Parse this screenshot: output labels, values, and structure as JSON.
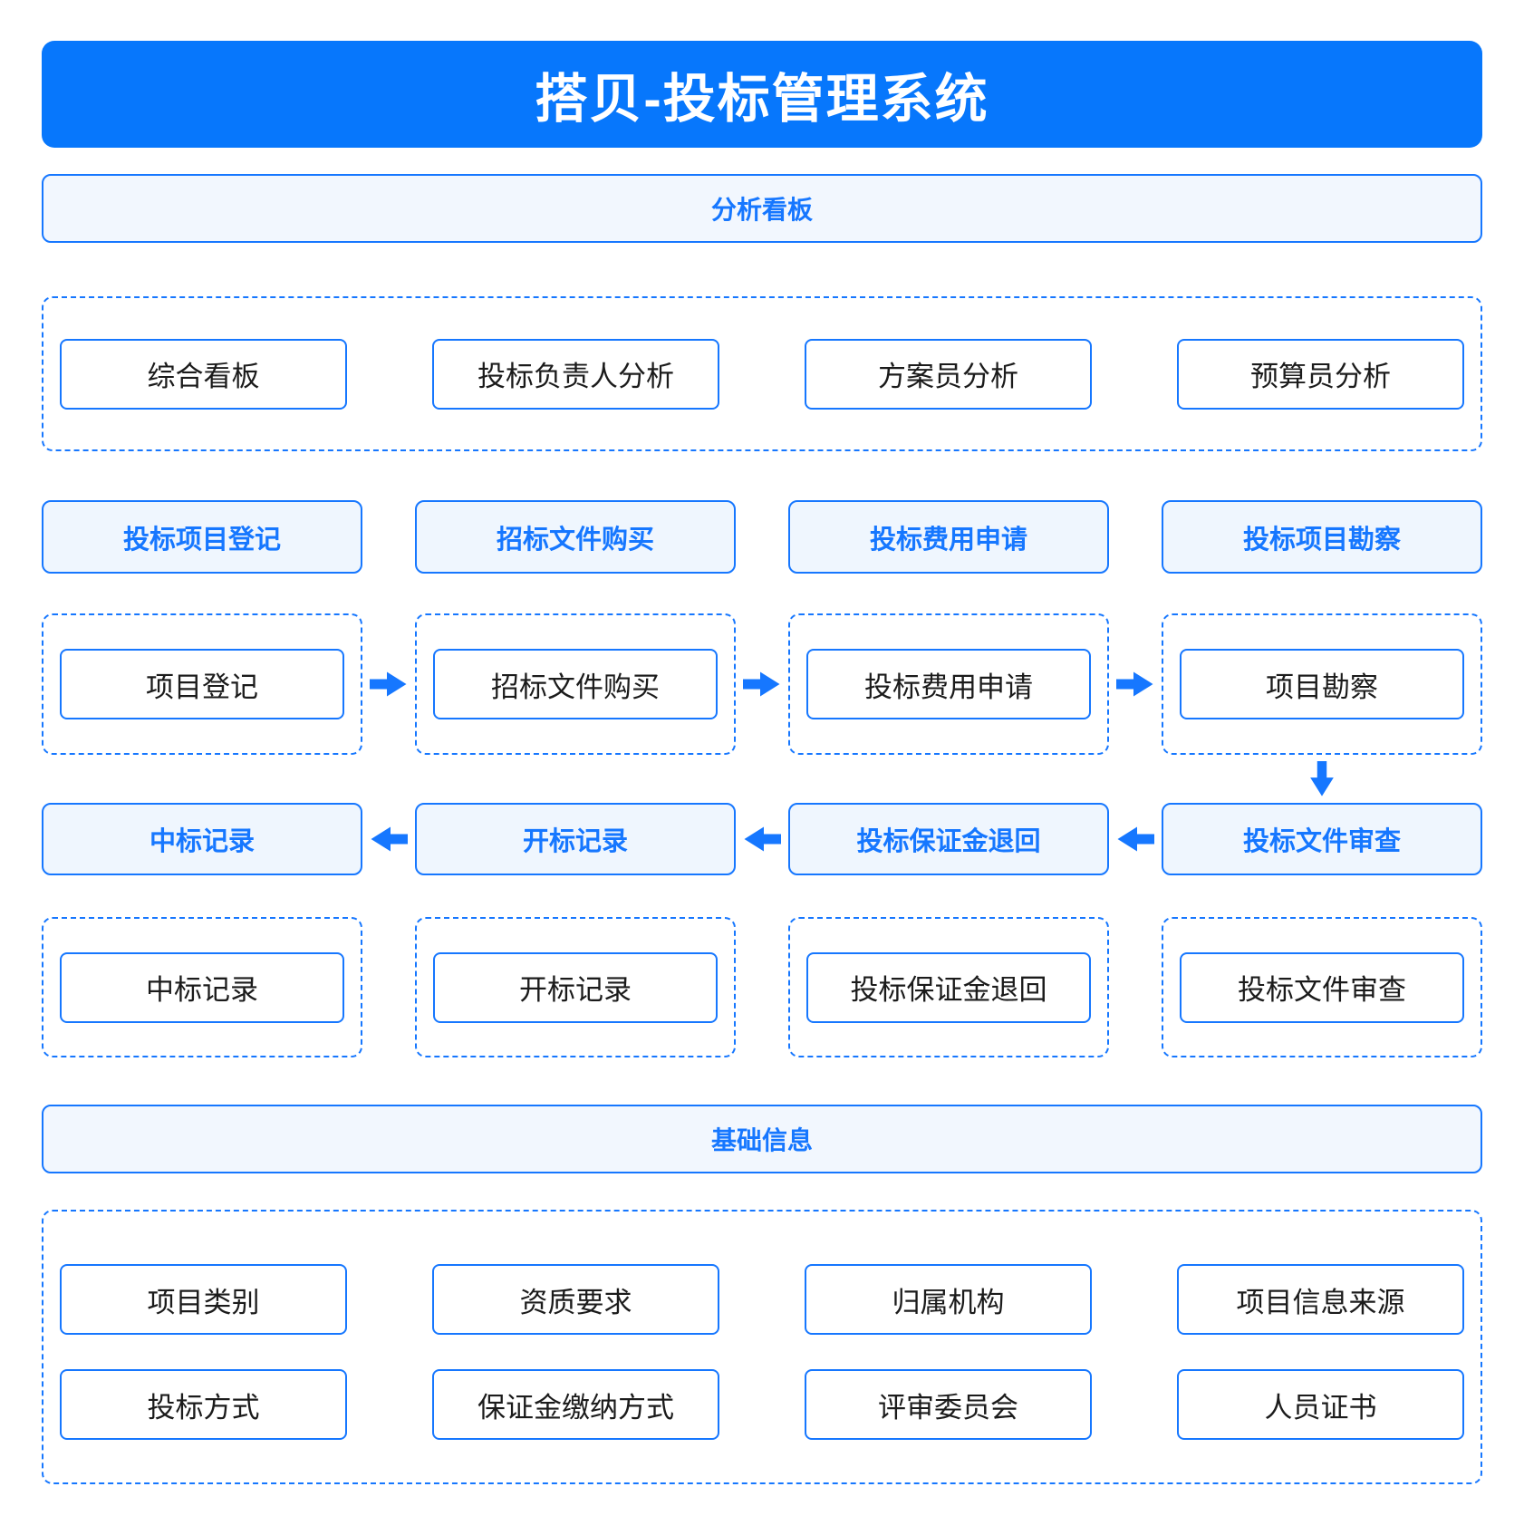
{
  "title": "搭贝-投标管理系统",
  "colors": {
    "banner_bg": "#0777fc",
    "accent_blue": "#1677ff",
    "light_blue_bg": "#f2f7fe",
    "pill_bg": "#eff6fe",
    "node_text": "#1b1b1b"
  },
  "analysis": {
    "label": "分析看板",
    "items": [
      "综合看板",
      "投标负责人分析",
      "方案员分析",
      "预算员分析"
    ]
  },
  "flow1": {
    "headers": [
      "投标项目登记",
      "招标文件购买",
      "投标费用申请",
      "投标项目勘察"
    ],
    "steps": [
      "项目登记",
      "招标文件购买",
      "投标费用申请",
      "项目勘察"
    ],
    "arrow_direction": "right"
  },
  "flow2": {
    "headers": [
      "中标记录",
      "开标记录",
      "投标保证金退回",
      "投标文件审查"
    ],
    "steps": [
      "中标记录",
      "开标记录",
      "投标保证金退回",
      "投标文件审查"
    ],
    "arrow_direction": "left"
  },
  "base": {
    "label": "基础信息",
    "items": [
      "项目类别",
      "资质要求",
      "归属机构",
      "项目信息来源",
      "投标方式",
      "保证金缴纳方式",
      "评审委员会",
      "人员证书"
    ]
  }
}
